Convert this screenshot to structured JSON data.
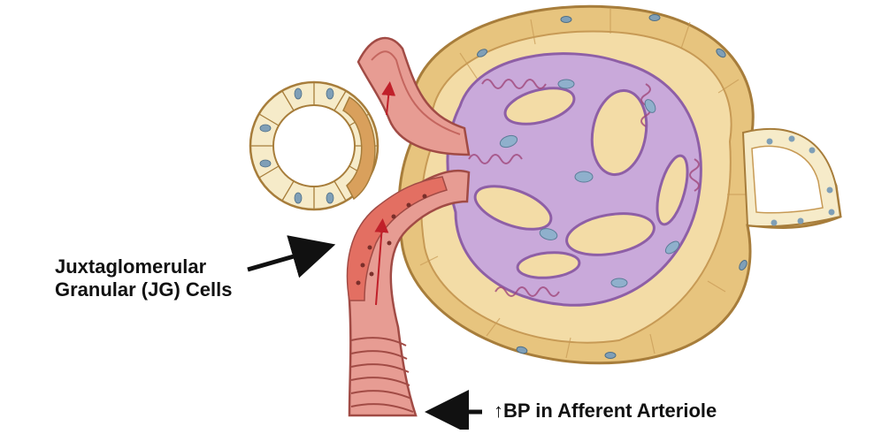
{
  "labels": {
    "jg_line1": "Juxtaglomerular",
    "jg_line2": "Granular (JG) Cells",
    "bp": "↑BP in Afferent Arteriole"
  },
  "colors": {
    "capsule_outer": "#e7c47e",
    "capsule_inner": "#f3dca6",
    "glomerulus": "#c9a9da",
    "capillary_wall": "#8e5fa6",
    "arteriole": "#e79c93",
    "arteriole_dark": "#c4665f",
    "jg_cells": "#d9a05c",
    "tubule_cell": "#f6ebc9",
    "nucleus": "#7f9fb7",
    "arrow": "#111111",
    "flow_arrow": "#c0202a"
  }
}
